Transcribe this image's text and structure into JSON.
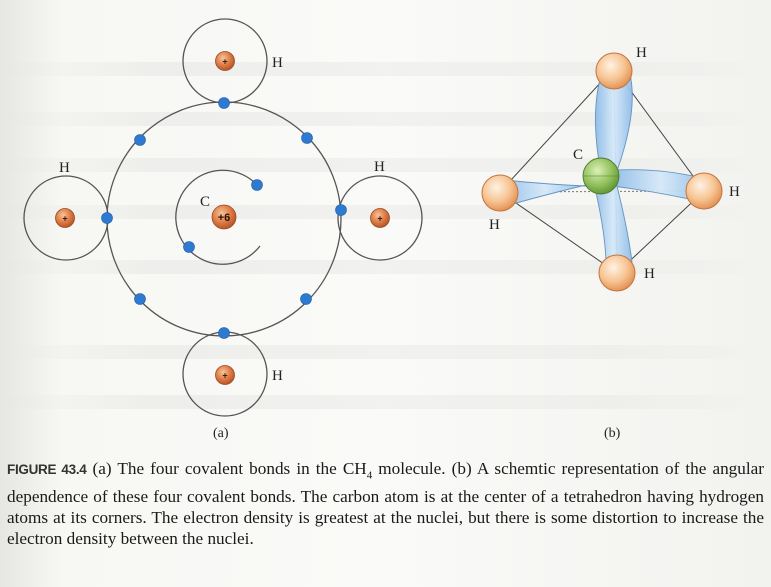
{
  "figure": {
    "panel_a": {
      "label": "(a)",
      "carbon_symbol": "C",
      "carbon_charge": "+6",
      "hydrogens": [
        {
          "symbol": "H",
          "position": "top"
        },
        {
          "symbol": "H",
          "position": "left"
        },
        {
          "symbol": "H",
          "position": "right"
        },
        {
          "symbol": "H",
          "position": "bottom"
        }
      ],
      "proton_sign": "+"
    },
    "panel_b": {
      "label": "(b)",
      "carbon_symbol": "C",
      "hydrogens": [
        {
          "symbol": "H",
          "position": "top"
        },
        {
          "symbol": "H",
          "position": "left"
        },
        {
          "symbol": "H",
          "position": "right"
        },
        {
          "symbol": "H",
          "position": "bottom"
        }
      ]
    },
    "caption": {
      "tag": "FIGURE 43.4",
      "text": "(a) The four covalent bonds in the CH",
      "subscript": "4",
      "text_rest": " molecule. (b) A schemtic representation of the angular dependence of these four covalent bonds. The carbon atom is at the center of a tetrahedron having hydrogen atoms at its corners. The electron density is greatest at the nuclei, but there is some distortion to increase the electron density between the nuclei."
    },
    "colors": {
      "electron": "#2f7ad1",
      "nucleus": "#d9703a",
      "orbital_line": "#555555",
      "lobe": "#a9cdee",
      "hydrogen_sphere": "#f2a66b",
      "carbon_sphere": "#86b65a"
    }
  }
}
